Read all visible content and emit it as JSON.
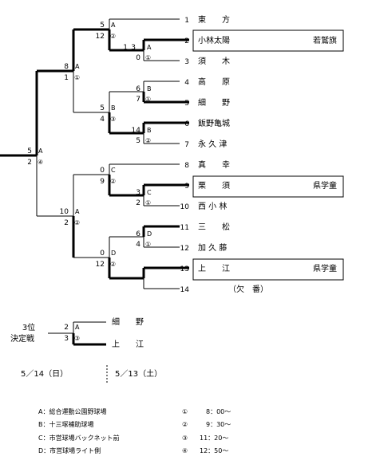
{
  "teams": [
    {
      "seed": "1",
      "name": "東　　方",
      "note": ""
    },
    {
      "seed": "2",
      "name": "小林太陽",
      "note": "若鷲旗"
    },
    {
      "seed": "3",
      "name": "須　　木",
      "note": ""
    },
    {
      "seed": "4",
      "name": "高　　原",
      "note": ""
    },
    {
      "seed": "5",
      "name": "細　　野",
      "note": ""
    },
    {
      "seed": "6",
      "name": "飯野亀城",
      "note": ""
    },
    {
      "seed": "7",
      "name": "永 久 津",
      "note": ""
    },
    {
      "seed": "8",
      "name": "真　　幸",
      "note": ""
    },
    {
      "seed": "9",
      "name": "栗　　須",
      "note": "県学童"
    },
    {
      "seed": "10",
      "name": "西 小 林",
      "note": ""
    },
    {
      "seed": "11",
      "name": "三　　松",
      "note": ""
    },
    {
      "seed": "12",
      "name": "加 久 藤",
      "note": ""
    },
    {
      "seed": "13",
      "name": "上　　江",
      "note": "県学童"
    },
    {
      "seed": "14",
      "name": "（欠　番）",
      "note": ""
    }
  ],
  "matches": {
    "r1_2v3": {
      "score_top": "3",
      "score_bot": "0",
      "score_win": "1",
      "venue": "A",
      "slot": "①"
    },
    "r1_4v5": {
      "score_top": "6",
      "score_bot": "7",
      "venue": "B",
      "slot": "①"
    },
    "r1_6v7": {
      "score_top": "14",
      "score_bot": "5",
      "venue": "B",
      "slot": "②"
    },
    "r1_9v10": {
      "score_top": "3",
      "score_bot": "2",
      "venue": "C",
      "slot": "①"
    },
    "r1_11v12": {
      "score_top": "6",
      "score_bot": "4",
      "venue": "D",
      "slot": "①"
    },
    "r2_1v23": {
      "score_top": "5",
      "score_bot": "12",
      "venue": "A",
      "slot": "②"
    },
    "r2_45v67": {
      "score_top": "5",
      "score_bot": "4",
      "venue": "B",
      "slot": "③"
    },
    "r2_8v910": {
      "score_top": "0",
      "score_bot": "9",
      "venue": "C",
      "slot": "②"
    },
    "r2_1112v1314": {
      "score_top": "0",
      "score_bot": "12",
      "venue": "D",
      "slot": "②"
    },
    "sf_top": {
      "score_top": "8",
      "score_bot": "1",
      "venue": "A",
      "slot": "①"
    },
    "sf_bot": {
      "score_top": "10",
      "score_bot": "2",
      "venue": "A",
      "slot": "②"
    },
    "final": {
      "score_top": "5",
      "score_bot": "2",
      "venue": "A",
      "slot": "④"
    }
  },
  "third_place": {
    "label_line1": "3位",
    "label_line2": "決定戦",
    "score_top": "2",
    "score_bot": "3",
    "venue": "A",
    "slot": "③",
    "team_top": "細　　野",
    "team_bot": "上　　江"
  },
  "dates": {
    "left": "5／14（日）",
    "right": "5／13（土）"
  },
  "legend_venues": [
    "A：総合運動公園野球場",
    "B：十三塚補助球場",
    "C：市営球場バックネット前",
    "D：市営球場ライト側"
  ],
  "legend_times": [
    {
      "num": "①",
      "time": "8：00～"
    },
    {
      "num": "②",
      "time": "9：30～"
    },
    {
      "num": "③",
      "time": "11：20～"
    },
    {
      "num": "④",
      "time": "12：50～"
    }
  ]
}
